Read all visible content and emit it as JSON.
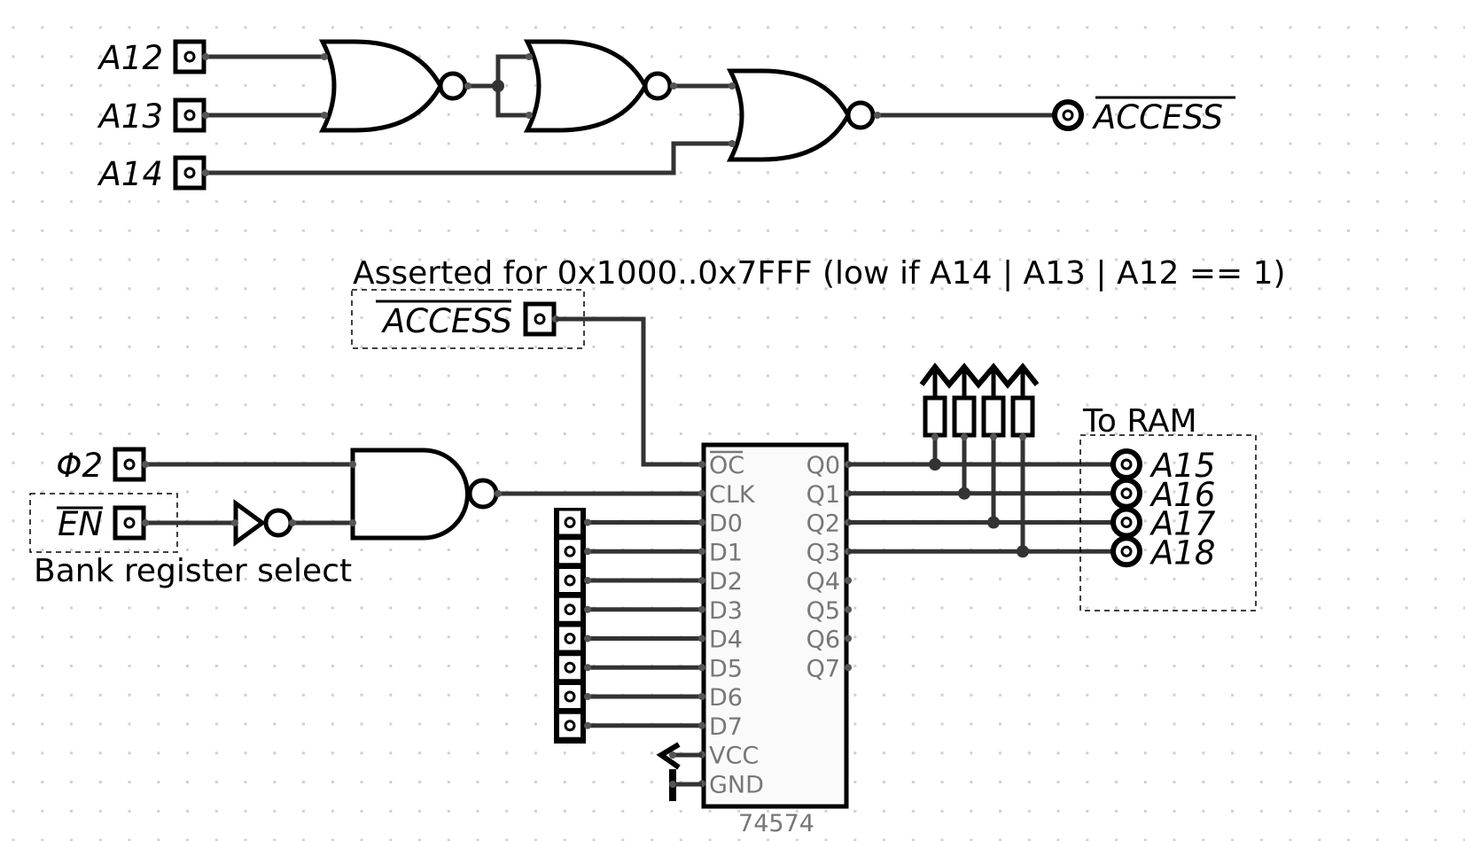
{
  "diagram": {
    "type": "logic-schematic",
    "grid": "dotted",
    "address_decoder": {
      "inputs": [
        {
          "label": "A12"
        },
        {
          "label": "A13"
        },
        {
          "label": "A14"
        }
      ],
      "gates": [
        {
          "type": "NOR",
          "inputs": [
            "A12",
            "A13"
          ],
          "output": "n1"
        },
        {
          "type": "NOR",
          "inputs": [
            "n1",
            "n1"
          ],
          "output": "n2"
        },
        {
          "type": "NOR",
          "inputs": [
            "n2",
            "A14"
          ],
          "output": "ACCESS_N"
        }
      ],
      "output": {
        "label": "ACCESS",
        "overbar": true
      }
    },
    "access_note": "Asserted for 0x1000..0x7FFF (low if A14 | A13 | A12 == 1)",
    "access_input": {
      "label": "ACCESS",
      "overbar": true
    },
    "clock_input": {
      "label": "Φ2"
    },
    "enable_input": {
      "label": "EN",
      "overbar": true
    },
    "enable_group_label": "Bank register select",
    "inverter": {
      "type": "NOT",
      "input": "EN"
    },
    "clock_gate": {
      "type": "NAND",
      "inputs": [
        "Φ2",
        "EN_inv"
      ],
      "output": "CLK"
    },
    "chip": {
      "name": "74574",
      "left_pins": [
        "OC",
        "CLK",
        "D0",
        "D1",
        "D2",
        "D3",
        "D4",
        "D5",
        "D6",
        "D7",
        "VCC",
        "GND"
      ],
      "left_pins_overbar": [
        "OC"
      ],
      "right_pins": [
        "Q0",
        "Q1",
        "Q2",
        "Q3",
        "Q4",
        "Q5",
        "Q6",
        "Q7"
      ]
    },
    "data_header": {
      "pins": 8
    },
    "pullups": {
      "count": 4,
      "connected_to": [
        "Q0",
        "Q1",
        "Q2",
        "Q3"
      ]
    },
    "ram_group_label": "To RAM",
    "outputs": [
      {
        "label": "A15"
      },
      {
        "label": "A16"
      },
      {
        "label": "A17"
      },
      {
        "label": "A18"
      }
    ]
  }
}
